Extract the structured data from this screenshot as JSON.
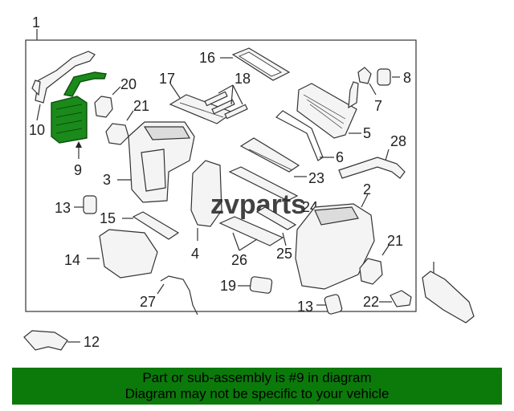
{
  "diagram": {
    "watermark": "zvparts",
    "callouts": {
      "c1": "1",
      "c2": "2",
      "c3": "3",
      "c4": "4",
      "c5": "5",
      "c6": "6",
      "c7": "7",
      "c8": "8",
      "c9": "9",
      "c10": "10",
      "c12": "12",
      "c13a": "13",
      "c13b": "13",
      "c14": "14",
      "c15": "15",
      "c16": "16",
      "c17": "17",
      "c18": "18",
      "c19": "19",
      "c20": "20",
      "c21a": "21",
      "c21b": "21",
      "c22": "22",
      "c23": "23",
      "c24": "24",
      "c25": "25",
      "c26": "26",
      "c27": "27",
      "c28": "28"
    },
    "highlight_color": "#1a8a1a"
  },
  "banner": {
    "line1": "Part or sub-assembly is #9 in diagram",
    "line2": "Diagram may not be specific to your vehicle",
    "background": "#0b7a0b"
  }
}
